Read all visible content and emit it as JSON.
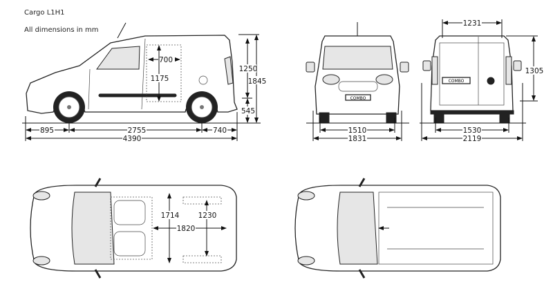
{
  "title": "Cargo L1H1",
  "subtitle": "All dimensions in mm",
  "side_view": {
    "front_overhang": "895",
    "wheelbase": "2755",
    "rear_overhang": "740",
    "overall_length": "4390",
    "door_width": "700",
    "door_height": "1175",
    "load_height": "1250",
    "floor_height": "545",
    "overall_height": "1845"
  },
  "front_view": {
    "front_track": "1510",
    "body_width": "1831",
    "plate": "COMBO"
  },
  "rear_view": {
    "rear_door_width": "1231",
    "rear_door_height": "1305",
    "rear_track": "1530",
    "width_with_mirrors": "2119",
    "plate": "COMBO"
  },
  "top_view": {
    "max_load_width": "1714",
    "width_between_arches": "1230",
    "load_length": "1820"
  }
}
